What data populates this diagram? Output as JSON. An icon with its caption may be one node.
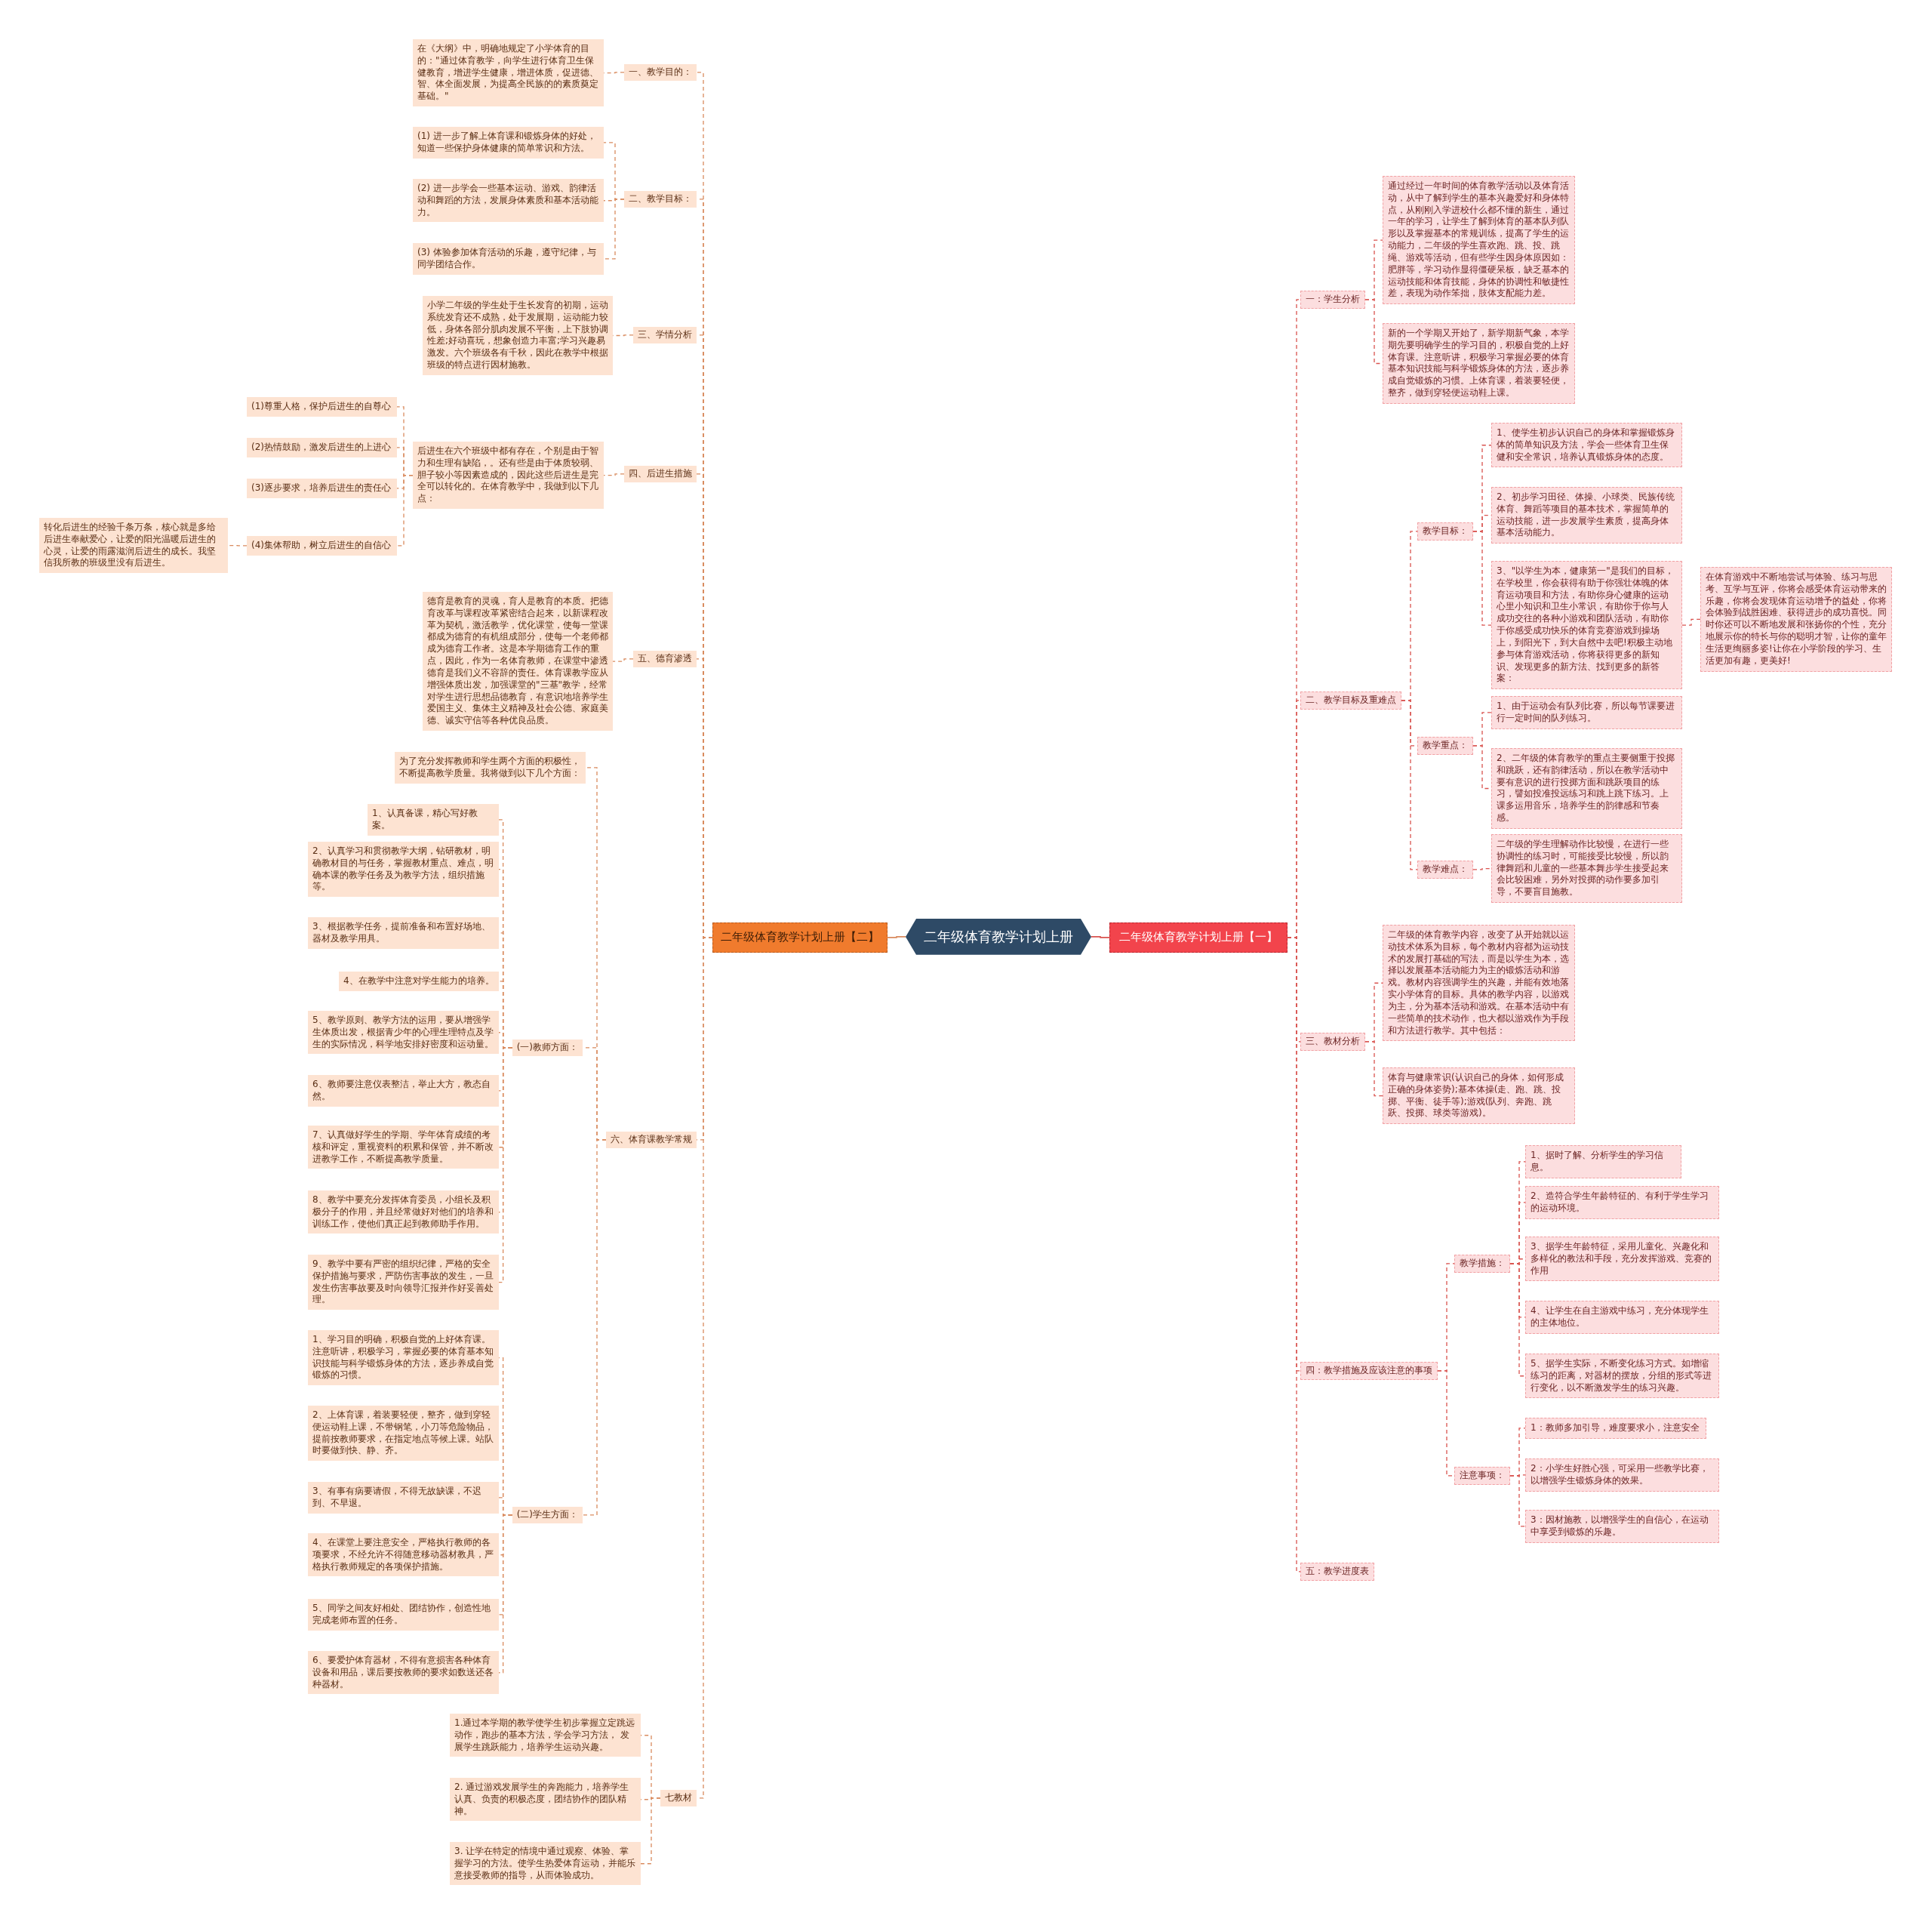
{
  "diagram": {
    "nodes": [
      {
        "text": [
          "二年级体育教学计划上册"
        ]
      },
      {
        "text": [
          "二年级体育教学计划上册【二】"
        ]
      },
      {
        "text": [
          "二年级体育教学计划上册【一】"
        ]
      },
      {
        "text": [
          "一、教学目的："
        ]
      },
      {
        "text": [
          "在《大纲》中，明确地规定了小学体育的目的：\"通过体育教学，向学生进行体育卫生保健教育，增进学生健康，增进体质，促进德、智、体全面发展，为提高全民族的的素质奠定基础。\""
        ]
      },
      {
        "text": [
          "二、教学目标："
        ]
      },
      {
        "text": [
          "(1) 进一步了解上体育课和锻炼身体的好处，知道一些保护身体健康的简单常识和方法。"
        ]
      },
      {
        "text": [
          "(2) 进一步学会一些基本运动、游戏、韵律活动和舞蹈的方法，发展身体素质和基本活动能力。"
        ]
      },
      {
        "text": [
          "(3) 体验参加体育活动的乐趣，遵守纪律，与同学团结合作。"
        ]
      },
      {
        "text": [
          "三、学情分析"
        ]
      },
      {
        "text": [
          "小学二年级的学生处于生长发育的初期，运动系统发育还不成熟，处于发展期，运动能力较低，身体各部分肌肉发展不平衡，上下肢协调性差;好动喜玩，想象创造力丰富;学习兴趣易激发。六个班级各有千秋，因此在教学中根据班级的特点进行因材施教。"
        ]
      },
      {
        "text": [
          "四、后进生措施"
        ]
      },
      {
        "text": [
          "后进生在六个班级中都有存在，个别是由于智力和生理有缺陷，。还有些是由于体质较弱、胆子较小等因素造成的，因此这些后进生是完全可以转化的。在体育教学中，我做到以下几点："
        ]
      },
      {
        "text": [
          "(1)尊重人格，保护后进生的自尊心"
        ]
      },
      {
        "text": [
          "(2)热情鼓励，激发后进生的上进心"
        ]
      },
      {
        "text": [
          "(3)逐步要求，培养后进生的责任心"
        ]
      },
      {
        "text": [
          "(4)集体帮助，树立后进生的自信心"
        ]
      },
      {
        "text": [
          "转化后进生的经验千条万条，核心就是多给后进生奉献爱心，让爱的阳光温暖后进生的心灵，让爱的雨露滋润后进生的成长。我坚信我所教的班级里没有后进生。"
        ]
      },
      {
        "text": [
          "五、德育渗透"
        ]
      },
      {
        "text": [
          "德育是教育的灵魂，育人是教育的本质。把德育改革与课程改革紧密结合起来，以新课程改革为契机，激活教学，优化课堂，使每一堂课都成为德育的有机组成部分，使每一个老师都成为德育工作者。这是本学期德育工作的重点，因此，作为一名体育教师，在课堂中渗透德育是我们义不容辞的责任。体育课教学应从增强体质出发，加强课堂的\"三基\"教学，经常对学生进行思想品德教育，有意识地培养学生爱国主义、集体主义精神及社会公德、家庭美德、诚实守信等各种优良品质。"
        ]
      },
      {
        "text": [
          "六、体育课教学常规"
        ]
      },
      {
        "text": [
          "为了充分发挥教师和学生两个方面的积极性，不断提高教学质量。我将做到以下几个方面："
        ]
      },
      {
        "text": [
          "(一)教师方面："
        ]
      },
      {
        "text": [
          "1、认真备课，精心写好教案。"
        ]
      },
      {
        "text": [
          "2、认真学习和贯彻教学大纲，钻研教材，明确教材目的与任务，掌握教材重点、难点，明确本课的教学任务及为教学方法，组织措施等。"
        ]
      },
      {
        "text": [
          "3、根据教学任务，提前准备和布置好场地、器材及教学用具。"
        ]
      },
      {
        "text": [
          "4、在教学中注意对学生能力的培养。"
        ]
      },
      {
        "text": [
          "5、教学原则、教学方法的运用，要从增强学生体质出发，根据青少年的心理生理特点及学生的实际情况，科学地安排好密度和运动量。"
        ]
      },
      {
        "text": [
          "6、教师要注意仪表整洁，举止大方，教态自然。"
        ]
      },
      {
        "text": [
          "7、认真做好学生的学期、学年体育成绩的考核和评定，重视资料的积累和保管，并不断改进教学工作，不断提高教学质量。"
        ]
      },
      {
        "text": [
          "8、教学中要充分发挥体育委员，小组长及积极分子的作用，并且经常做好对他们的培养和训练工作，使他们真正起到教师助手作用。"
        ]
      },
      {
        "text": [
          "9、教学中要有严密的组织纪律，严格的安全保护措施与要求，严防伤害事故的发生，一旦发生伤害事故要及时向领导汇报并作好妥善处理。"
        ]
      },
      {
        "text": [
          "(二)学生方面："
        ]
      },
      {
        "text": [
          "1、学习目的明确，积极自觉的上好体育课。注意听讲，积极学习，掌握必要的体育基本知识技能与科学锻炼身体的方法，逐步养成自觉锻炼的习惯。"
        ]
      },
      {
        "text": [
          "2、上体育课，着装要轻便，整齐，做到穿轻便运动鞋上课，不带钢笔，小刀等危险物品，提前按教师要求，在指定地点等候上课。站队时要做到快、静、齐。"
        ]
      },
      {
        "text": [
          "3、有事有病要请假，不得无故缺课，不迟到、不早退。"
        ]
      },
      {
        "text": [
          "4、在课堂上要注意安全，严格执行教师的各项要求，不经允许不得随意移动器材教具，严格执行教师规定的各项保护措施。"
        ]
      },
      {
        "text": [
          "5、同学之间友好相处、团结协作，创造性地完成老师布置的任务。"
        ]
      },
      {
        "text": [
          "6、要爱护体育器材，不得有意损害各种体育设备和用品，课后要按教师的要求如数送还各种器材。"
        ]
      },
      {
        "text": [
          "七教材"
        ]
      },
      {
        "text": [
          "1.通过本学期的教学使学生初步掌握立定跳远动作，跑步的基本方法，学会学习方法， 发展学生跳跃能力，培养学生运动兴趣。"
        ]
      },
      {
        "text": [
          "2. 通过游戏发展学生的奔跑能力，培养学生认真、负责的积极态度，团结协作的团队精神。"
        ]
      },
      {
        "text": [
          "3. 让学在特定的情境中通过观察、体验、掌握学习的方法。使学生热爱体育运动，并能乐意接受教师的指导，从而体验成功。"
        ]
      },
      {
        "text": [
          "一：学生分析"
        ]
      },
      {
        "text": [
          "通过经过一年时间的体育教学活动以及体育活动，从中了解到学生的基本兴趣爱好和身体特点，从刚刚入学进校什么都不懂的新生，通过一年的学习，让学生了解到体育的基本队列队形以及掌握基本的常规训练，提高了学生的运动能力，二年级的学生喜欢跑、跳、投、跳绳、游戏等活动，但有些学生因身体原因如：肥胖等，学习动作显得僵硬呆板，缺乏基本的运动技能和体育技能，身体的协调性和敏捷性差，表现为动作笨拙，肢体支配能力差。"
        ]
      },
      {
        "text": [
          "新的一个学期又开始了，新学期新气象，本学期先要明确学生的学习目的，积极自觉的上好体育课。注意听讲，积极学习掌握必要的体育基本知识技能与科学锻炼身体的方法，逐步养成自觉锻炼的习惯。上体育课，着装要轻便，整齐，做到穿轻便运动鞋上课。"
        ]
      },
      {
        "text": [
          "二、教学目标及重难点"
        ]
      },
      {
        "text": [
          "教学目标："
        ]
      },
      {
        "text": [
          "1、使学生初步认识自己的身体和掌握锻炼身体的简单知识及方法，学会一些体育卫生保健和安全常识，培养认真锻炼身体的态度。"
        ]
      },
      {
        "text": [
          "2、初步学习田径、体操、小球类、民族传统体育、舞蹈等项目的基本技术，掌握简单的运动技能，进一步发展学生素质，提高身体基本活动能力。"
        ]
      },
      {
        "text": [
          "3、\"以学生为本，健康第一\"是我们的目标，在学校里，你会获得有助于你强壮体魄的体育运动项目和方法，有助你身心健康的运动心里小知识和卫生小常识，有助你于你与人成功交往的各种小游戏和团队活动，有助你于你感受成功快乐的体育竞赛游戏到操场上，到阳光下，到大自然中去吧!积极主动地参与体育游戏活动，你将获得更多的新知识、发现更多的新方法、找到更多的新答案："
        ]
      },
      {
        "text": [
          "在体育游戏中不断地尝试与体验、练习与思考、互学与互评，你将会感受体育运动带来的乐趣，你将会发现体育运动增予的益处，你将会体验到战胜困难、获得进步的成功喜悦。同时你还可以不断地发展和张扬你的个性，充分地展示你的特长与你的聪明才智，让你的童年生活更绚丽多姿!让你在小学阶段的学习、生活更加有趣，更美好!"
        ]
      },
      {
        "text": [
          "教学重点："
        ]
      },
      {
        "text": [
          "1、由于运动会有队列比赛，所以每节课要进行一定时间的队列练习。"
        ]
      },
      {
        "text": [
          "2、二年级的体育教学的重点主要侧重于投掷和跳跃，还有韵律活动，所以在教学活动中要有意识的进行投掷方面和跳跃项目的练习，譬如投准投远练习和跳上跳下练习。上课多运用音乐，培养学生的韵律感和节奏感。"
        ]
      },
      {
        "text": [
          "教学难点："
        ]
      },
      {
        "text": [
          "二年级的学生理解动作比较慢，在进行一些协调性的练习时，可能接受比较慢，所以韵律舞蹈和儿童的一些基本舞步学生接受起来会比较困难，另外对投掷的动作要多加引导，不要盲目施教。"
        ]
      },
      {
        "text": [
          "三、教材分析"
        ]
      },
      {
        "text": [
          "二年级的体育教学内容，改变了从开始就以运动技术体系为目标，每个教材内容都为运动技术的发展打基础的写法，而是以学生为本，选择以发展基本活动能力为主的锻炼活动和游戏。教材内容强调学生的兴趣，并能有效地落实小学体育的目标。具体的教学内容，以游戏为主，分为基本活动和游戏。在基本活动中有一些简单的技术动作，也大都以游戏作为手段和方法进行教学。其中包括："
        ]
      },
      {
        "text": [
          "体育与健康常识(认识自己的身体，如何形成正确的身体姿势);基本体操(走、跑、跳、投掷、平衡、徒手等);游戏(队列、奔跑、跳跃、投掷、球类等游戏)。"
        ]
      },
      {
        "text": [
          "四：教学措施及应该注意的事项"
        ]
      },
      {
        "text": [
          "教学措施："
        ]
      },
      {
        "text": [
          "1、据时了解、分析学生的学习信息。"
        ]
      },
      {
        "text": [
          "2、造符合学生年龄特征的、有利于学生学习的运动环境。"
        ]
      },
      {
        "text": [
          "3、据学生年龄特征，采用儿童化、兴趣化和多样化的教法和手段，充分发挥游戏、竞赛的作用"
        ]
      },
      {
        "text": [
          "4、让学生在自主游戏中练习，充分体现学生的主体地位。"
        ]
      },
      {
        "text": [
          "5、据学生实际，不断变化练习方式。如增缩练习的距离，对器材的摆放，分组的形式等进行变化，以不断激发学生的练习兴趣。"
        ]
      },
      {
        "text": [
          "注意事项："
        ]
      },
      {
        "text": [
          "1：教师多加引导，难度要求小，注意安全"
        ]
      },
      {
        "text": [
          "2：小学生好胜心强，可采用一些教学比赛，以增强学生锻炼身体的效果。"
        ]
      },
      {
        "text": [
          "3：因材施教，以增强学生的自信心，在运动中享受到锻炼的乐趣。"
        ]
      },
      {
        "text": [
          "五：教学进度表"
        ]
      }
    ],
    "edges": [
      {
        "from": 0,
        "to": 1,
        "arrow": "none"
      },
      {
        "from": 0,
        "to": 2,
        "arrow": "none",
        "color": "#d9534f"
      },
      {
        "from": 1,
        "to": 3,
        "arrow": "none",
        "style": "dashed"
      },
      {
        "from": 1,
        "to": 5,
        "arrow": "none",
        "style": "dashed"
      },
      {
        "from": 1,
        "to": 9,
        "arrow": "none",
        "style": "dashed"
      },
      {
        "from": 1,
        "to": 11,
        "arrow": "none",
        "style": "dashed"
      },
      {
        "from": 1,
        "to": 18,
        "arrow": "none",
        "style": "dashed"
      },
      {
        "from": 1,
        "to": 20,
        "arrow": "none",
        "style": "dashed"
      },
      {
        "from": 1,
        "to": 39,
        "arrow": "none",
        "style": "dashed"
      },
      {
        "from": 3,
        "to": 4,
        "arrow": "none",
        "style": "dashed"
      },
      {
        "from": 5,
        "to": 6,
        "arrow": "none",
        "style": "dashed"
      },
      {
        "from": 5,
        "to": 7,
        "arrow": "none",
        "style": "dashed"
      },
      {
        "from": 5,
        "to": 8,
        "arrow": "none",
        "style": "dashed"
      },
      {
        "from": 9,
        "to": 10,
        "arrow": "none",
        "style": "dashed"
      },
      {
        "from": 11,
        "to": 12,
        "arrow": "none",
        "style": "dashed"
      },
      {
        "from": 12,
        "to": 13,
        "arrow": "none",
        "style": "dashed"
      },
      {
        "from": 12,
        "to": 14,
        "arrow": "none",
        "style": "dashed"
      },
      {
        "from": 12,
        "to": 15,
        "arrow": "none",
        "style": "dashed"
      },
      {
        "from": 12,
        "to": 16,
        "arrow": "none",
        "style": "dashed"
      },
      {
        "from": 16,
        "to": 17,
        "arrow": "none",
        "style": "dashed"
      },
      {
        "from": 18,
        "to": 19,
        "arrow": "none",
        "style": "dashed"
      },
      {
        "from": 20,
        "to": 21,
        "arrow": "none",
        "style": "dashed"
      },
      {
        "from": 20,
        "to": 22,
        "arrow": "none",
        "style": "dashed"
      },
      {
        "from": 20,
        "to": 32,
        "arrow": "none",
        "style": "dashed"
      },
      {
        "from": 22,
        "to": 23,
        "arrow": "none",
        "style": "dashed"
      },
      {
        "from": 22,
        "to": 24,
        "arrow": "none",
        "style": "dashed"
      },
      {
        "from": 22,
        "to": 25,
        "arrow": "none",
        "style": "dashed"
      },
      {
        "from": 22,
        "to": 26,
        "arrow": "none",
        "style": "dashed"
      },
      {
        "from": 22,
        "to": 27,
        "arrow": "none",
        "style": "dashed"
      },
      {
        "from": 22,
        "to": 28,
        "arrow": "none",
        "style": "dashed"
      },
      {
        "from": 22,
        "to": 29,
        "arrow": "none",
        "style": "dashed"
      },
      {
        "from": 22,
        "to": 30,
        "arrow": "none",
        "style": "dashed"
      },
      {
        "from": 22,
        "to": 31,
        "arrow": "none",
        "style": "dashed"
      },
      {
        "from": 32,
        "to": 33,
        "arrow": "none",
        "style": "dashed"
      },
      {
        "from": 32,
        "to": 34,
        "arrow": "none",
        "style": "dashed"
      },
      {
        "from": 32,
        "to": 35,
        "arrow": "none",
        "style": "dashed"
      },
      {
        "from": 32,
        "to": 36,
        "arrow": "none",
        "style": "dashed"
      },
      {
        "from": 32,
        "to": 37,
        "arrow": "none",
        "style": "dashed"
      },
      {
        "from": 32,
        "to": 38,
        "arrow": "none",
        "style": "dashed"
      },
      {
        "from": 39,
        "to": 40,
        "arrow": "none",
        "style": "dashed"
      },
      {
        "from": 39,
        "to": 41,
        "arrow": "none",
        "style": "dashed"
      },
      {
        "from": 39,
        "to": 42,
        "arrow": "none",
        "style": "dashed"
      },
      {
        "from": 2,
        "to": 43,
        "arrow": "none",
        "style": "dashed",
        "color": "#d9534f"
      },
      {
        "from": 2,
        "to": 46,
        "arrow": "none",
        "style": "dashed",
        "color": "#d9534f"
      },
      {
        "from": 2,
        "to": 57,
        "arrow": "none",
        "style": "dashed",
        "color": "#d9534f"
      },
      {
        "from": 2,
        "to": 60,
        "arrow": "none",
        "style": "dashed",
        "color": "#d9534f"
      },
      {
        "from": 2,
        "to": 71,
        "arrow": "none",
        "style": "dashed",
        "color": "#d9534f"
      },
      {
        "from": 43,
        "to": 44,
        "arrow": "none",
        "style": "dashed",
        "color": "#d9534f"
      },
      {
        "from": 43,
        "to": 45,
        "arrow": "none",
        "style": "dashed",
        "color": "#d9534f"
      },
      {
        "from": 46,
        "to": 47,
        "arrow": "none",
        "style": "dashed",
        "color": "#d9534f"
      },
      {
        "from": 46,
        "to": 52,
        "arrow": "none",
        "style": "dashed",
        "color": "#d9534f"
      },
      {
        "from": 46,
        "to": 55,
        "arrow": "none",
        "style": "dashed",
        "color": "#d9534f"
      },
      {
        "from": 47,
        "to": 48,
        "arrow": "none",
        "style": "dashed",
        "color": "#d9534f"
      },
      {
        "from": 47,
        "to": 49,
        "arrow": "none",
        "style": "dashed",
        "color": "#d9534f"
      },
      {
        "from": 47,
        "to": 50,
        "arrow": "none",
        "style": "dashed",
        "color": "#d9534f"
      },
      {
        "from": 50,
        "to": 51,
        "arrow": "none",
        "style": "dashed",
        "color": "#d9534f"
      },
      {
        "from": 52,
        "to": 53,
        "arrow": "none",
        "style": "dashed",
        "color": "#d9534f"
      },
      {
        "from": 52,
        "to": 54,
        "arrow": "none",
        "style": "dashed",
        "color": "#d9534f"
      },
      {
        "from": 55,
        "to": 56,
        "arrow": "none",
        "style": "dashed",
        "color": "#d9534f"
      },
      {
        "from": 57,
        "to": 58,
        "arrow": "none",
        "style": "dashed",
        "color": "#d9534f"
      },
      {
        "from": 57,
        "to": 59,
        "arrow": "none",
        "style": "dashed",
        "color": "#d9534f"
      },
      {
        "from": 60,
        "to": 61,
        "arrow": "none",
        "style": "dashed",
        "color": "#d9534f"
      },
      {
        "from": 60,
        "to": 67,
        "arrow": "none",
        "style": "dashed",
        "color": "#d9534f"
      },
      {
        "from": 61,
        "to": 62,
        "arrow": "none",
        "style": "dashed",
        "color": "#d9534f"
      },
      {
        "from": 61,
        "to": 63,
        "arrow": "none",
        "style": "dashed",
        "color": "#d9534f"
      },
      {
        "from": 61,
        "to": 64,
        "arrow": "none",
        "style": "dashed",
        "color": "#d9534f"
      },
      {
        "from": 61,
        "to": 65,
        "arrow": "none",
        "style": "dashed",
        "color": "#d9534f"
      },
      {
        "from": 61,
        "to": 66,
        "arrow": "none",
        "style": "dashed",
        "color": "#d9534f"
      },
      {
        "from": 67,
        "to": 68,
        "arrow": "none",
        "style": "dashed",
        "color": "#d9534f"
      },
      {
        "from": 67,
        "to": 69,
        "arrow": "none",
        "style": "dashed",
        "color": "#d9534f"
      },
      {
        "from": 67,
        "to": 70,
        "arrow": "none",
        "style": "dashed",
        "color": "#d9534f"
      }
    ]
  }
}
